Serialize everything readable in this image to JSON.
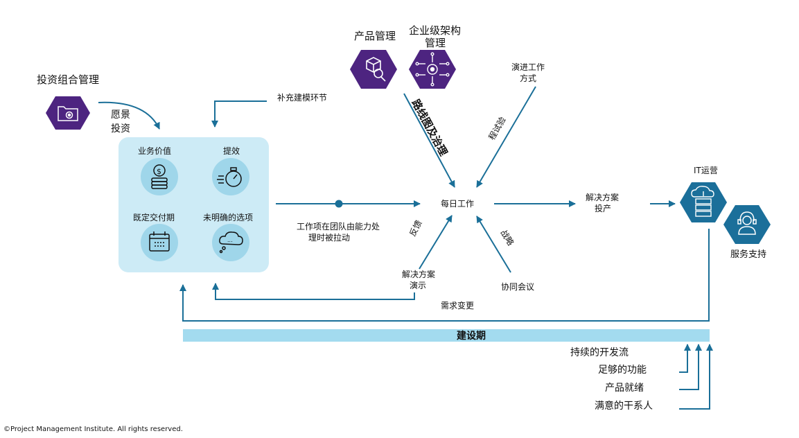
{
  "colors": {
    "arrow": "#1a6f98",
    "hex_purple": "#4d2480",
    "hex_blue": "#1b6f9a",
    "panel": "#cdebf6",
    "circle": "#9fd6ea",
    "bar": "#a3dbef",
    "text": "#111111"
  },
  "portfolio": {
    "title": "投资组合管理",
    "arrow_label_line1": "愿景",
    "arrow_label_line2": "投资"
  },
  "supplement": {
    "label": "补充建模环节"
  },
  "product_mgmt": {
    "title": "产品管理"
  },
  "ea_mgmt": {
    "title_line1": "企业级架构",
    "title_line2": "管理"
  },
  "roadmap": {
    "label": "路线图及治理"
  },
  "evolve": {
    "title_line1": "演进工作",
    "title_line2": "方式",
    "arrow_label": "程试验"
  },
  "panel": {
    "business_value": "业务价值",
    "efficiency": "提效",
    "fixed_delivery": "既定交付期",
    "unclear_options": "未明确的选项"
  },
  "daily_work": {
    "label": "每日工作"
  },
  "pull": {
    "label_line1": "工作项在团队由能力处",
    "label_line2": "理时被拉动"
  },
  "feedback": {
    "label": "反馈"
  },
  "strategy": {
    "label": "战略"
  },
  "demo": {
    "label_line1": "解决方案",
    "label_line2": "演示"
  },
  "sync": {
    "label": "协同会议"
  },
  "change": {
    "label": "需求变更"
  },
  "deploy": {
    "label_line1": "解决方案",
    "label_line2": "投产"
  },
  "it_ops": {
    "title": "IT运营"
  },
  "service": {
    "title": "服务支持"
  },
  "build": {
    "label": "建设期"
  },
  "outcomes": [
    "持续的开发流",
    "足够的功能",
    "产品就绪",
    "满意的干系人"
  ],
  "copyright": "©Project Management Institute. All rights reserved."
}
